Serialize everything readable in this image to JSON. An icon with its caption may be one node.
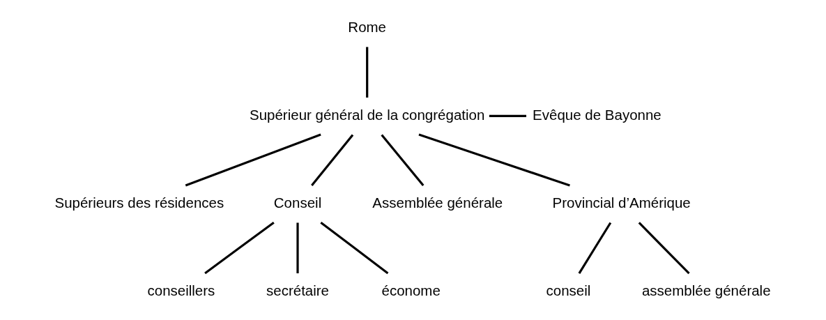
{
  "diagram": {
    "nodes": [
      {
        "text": [
          "Rome"
        ]
      },
      {
        "text": [
          "Supérieur général de la congrégation"
        ]
      },
      {
        "text": [
          "Evêque de Bayonne"
        ]
      },
      {
        "text": [
          "Supérieurs des résidences"
        ]
      },
      {
        "text": [
          "Conseil"
        ]
      },
      {
        "text": [
          "Assemblée générale"
        ]
      },
      {
        "text": [
          "Provincial d’Amérique"
        ]
      },
      {
        "text": [
          "conseillers"
        ]
      },
      {
        "text": [
          "secrétaire"
        ]
      },
      {
        "text": [
          "économe"
        ]
      },
      {
        "text": [
          "conseil"
        ]
      },
      {
        "text": [
          "assemblée générale"
        ]
      }
    ],
    "edges": [
      {
        "from": 0,
        "to": 1,
        "arrow": "none"
      },
      {
        "from": 1,
        "to": 2,
        "arrow": "none"
      },
      {
        "from": 1,
        "to": 3,
        "arrow": "none"
      },
      {
        "from": 1,
        "to": 4,
        "arrow": "none"
      },
      {
        "from": 1,
        "to": 5,
        "arrow": "none"
      },
      {
        "from": 1,
        "to": 6,
        "arrow": "none"
      },
      {
        "from": 4,
        "to": 7,
        "arrow": "none"
      },
      {
        "from": 4,
        "to": 8,
        "arrow": "none"
      },
      {
        "from": 4,
        "to": 9,
        "arrow": "none"
      },
      {
        "from": 6,
        "to": 10,
        "arrow": "none"
      },
      {
        "from": 6,
        "to": 11,
        "arrow": "none"
      }
    ]
  }
}
